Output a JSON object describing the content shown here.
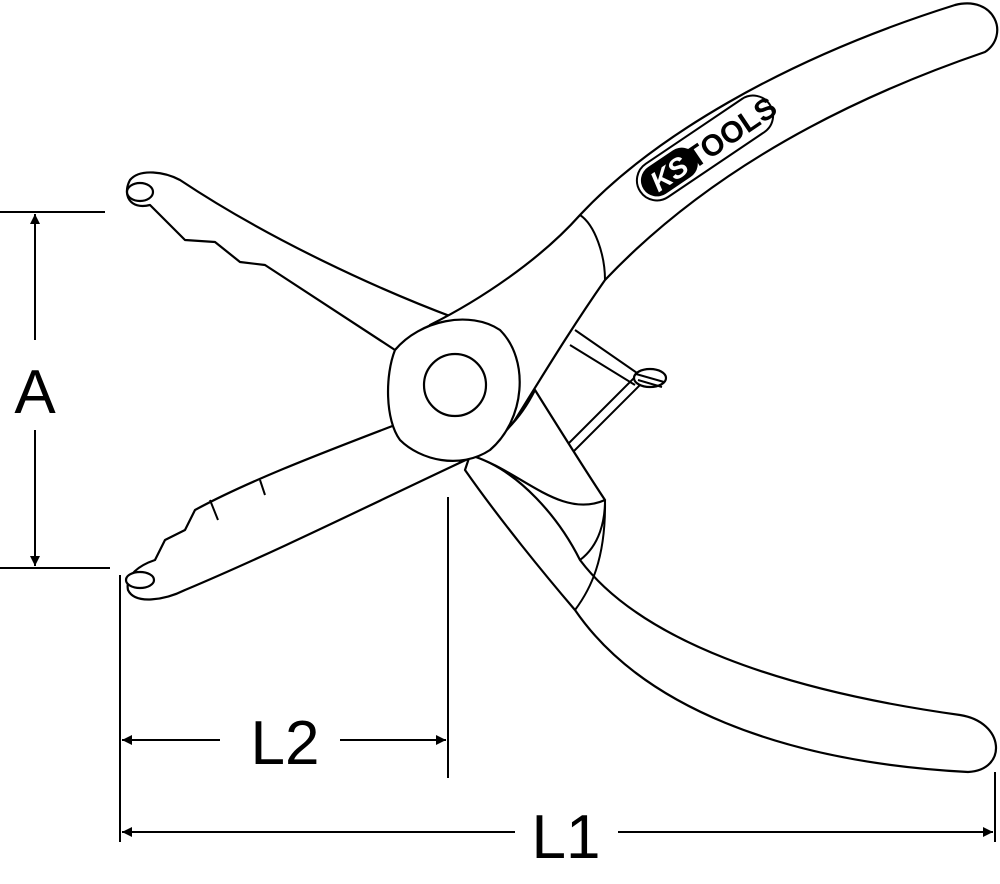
{
  "dimensions": {
    "a_label": "A",
    "l1_label": "L1",
    "l2_label": "L2"
  },
  "logo": {
    "brand": "KSTOOLS"
  },
  "colors": {
    "line": "#000000",
    "background": "#ffffff"
  }
}
